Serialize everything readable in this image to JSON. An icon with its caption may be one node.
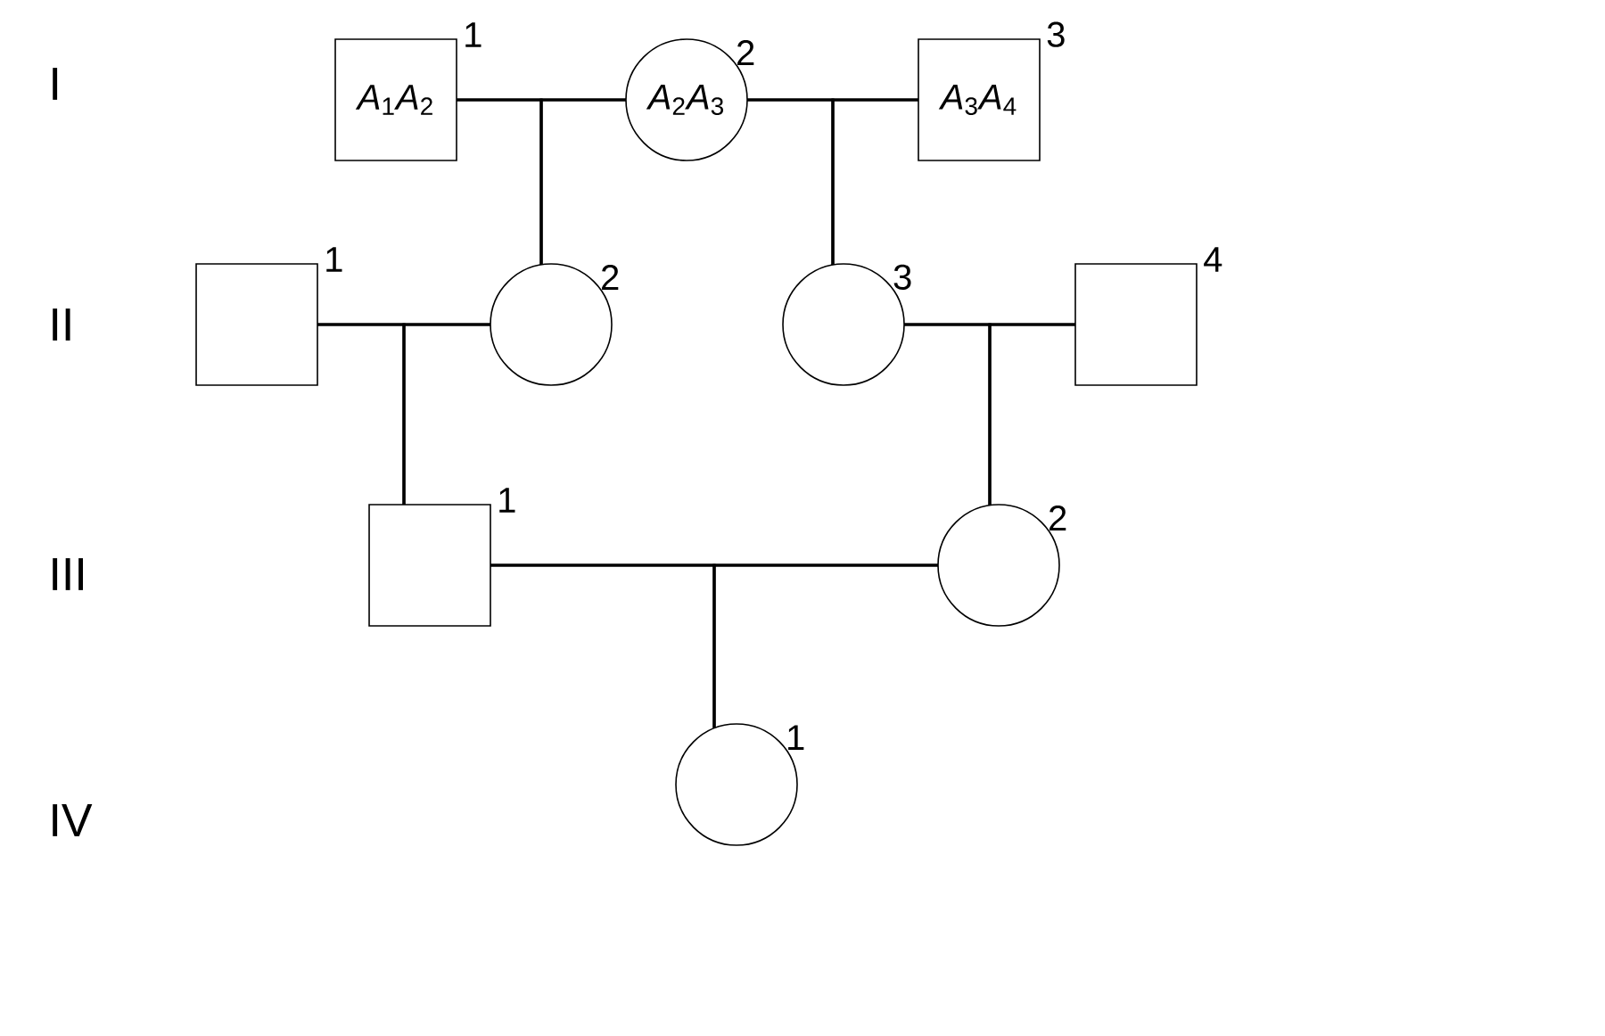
{
  "diagram": {
    "nodes": [
      {
        "text": [
          "*A*$_{1}$*A*$_{2}$"
        ],
        "beside": [
          "1"
        ]
      },
      {
        "text": [
          "*A*$_{2}$*A*$_{3}$"
        ],
        "beside": [
          "2"
        ]
      },
      {
        "text": [
          "*A*$_{3}$*A*$_{4}$"
        ],
        "beside": [
          "3"
        ]
      },
      {
        "text": [],
        "shape": "box",
        "beside": [
          "1"
        ]
      },
      {
        "text": [],
        "shape": "circle",
        "beside": [
          "2"
        ]
      },
      {
        "text": [],
        "shape": "circle",
        "beside": [
          "3"
        ]
      },
      {
        "text": [],
        "shape": "box",
        "beside": [
          "4"
        ]
      },
      {
        "text": [],
        "shape": "box",
        "beside": [
          "1"
        ]
      },
      {
        "text": [],
        "shape": "circle",
        "beside": [
          "2"
        ]
      },
      {
        "text": [],
        "shape": "circle",
        "beside": [
          "1"
        ]
      }
    ],
    "edges": [
      {
        "from": 0,
        "to": 1,
        "arrow": "none"
      },
      {
        "from": 1,
        "to": 2,
        "arrow": "none"
      },
      {
        "from": 0,
        "to": 4,
        "arrow": "none"
      },
      {
        "from": 1,
        "to": 4,
        "arrow": "none"
      },
      {
        "from": 1,
        "to": 5,
        "arrow": "none"
      },
      {
        "from": 2,
        "to": 5,
        "arrow": "none"
      },
      {
        "from": 3,
        "to": 4,
        "arrow": "none"
      },
      {
        "from": 3,
        "to": 7,
        "arrow": "none"
      },
      {
        "from": 4,
        "to": 7,
        "arrow": "none"
      },
      {
        "from": 5,
        "to": 6,
        "arrow": "none"
      },
      {
        "from": 5,
        "to": 8,
        "arrow": "none"
      },
      {
        "from": 6,
        "to": 8,
        "arrow": "none"
      },
      {
        "from": 7,
        "to": 8,
        "arrow": "none"
      },
      {
        "from": 7,
        "to": 9,
        "arrow": "none"
      },
      {
        "from": 8,
        "to": 9,
        "arrow": "none"
      }
    ],
    "labels": [
      "I",
      "II",
      "III",
      "IV"
    ]
  }
}
